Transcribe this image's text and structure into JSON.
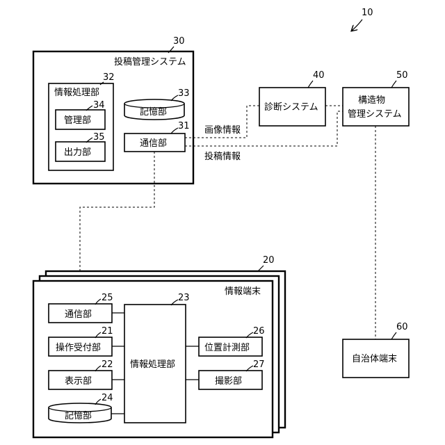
{
  "diagram": {
    "system_ref": "10",
    "posting_system": {
      "ref": "30",
      "label": "投稿管理システム"
    },
    "info_processing_top": {
      "ref": "32",
      "label": "情報処理部"
    },
    "management": {
      "ref": "34",
      "label": "管理部"
    },
    "output": {
      "ref": "35",
      "label": "出力部"
    },
    "storage_top": {
      "ref": "33",
      "label": "記憶部"
    },
    "comm_top": {
      "ref": "31",
      "label": "通信部"
    },
    "diagnosis": {
      "ref": "40",
      "label": "診断システム"
    },
    "structure": {
      "ref": "50",
      "label_line1": "構造物",
      "label_line2": "管理システム"
    },
    "image_info": "画像情報",
    "post_info": "投稿情報",
    "terminal": {
      "ref": "20",
      "label": "情報端末"
    },
    "comm_bottom": {
      "ref": "25",
      "label": "通信部"
    },
    "operation": {
      "ref": "21",
      "label": "操作受付部"
    },
    "display": {
      "ref": "22",
      "label": "表示部"
    },
    "storage_bottom": {
      "ref": "24",
      "label": "記憶部"
    },
    "info_processing_bottom": {
      "ref": "23",
      "label": "情報処理部"
    },
    "position": {
      "ref": "26",
      "label": "位置計測部"
    },
    "camera": {
      "ref": "27",
      "label": "撮影部"
    },
    "municipal": {
      "ref": "60",
      "label": "自治体端末"
    }
  }
}
